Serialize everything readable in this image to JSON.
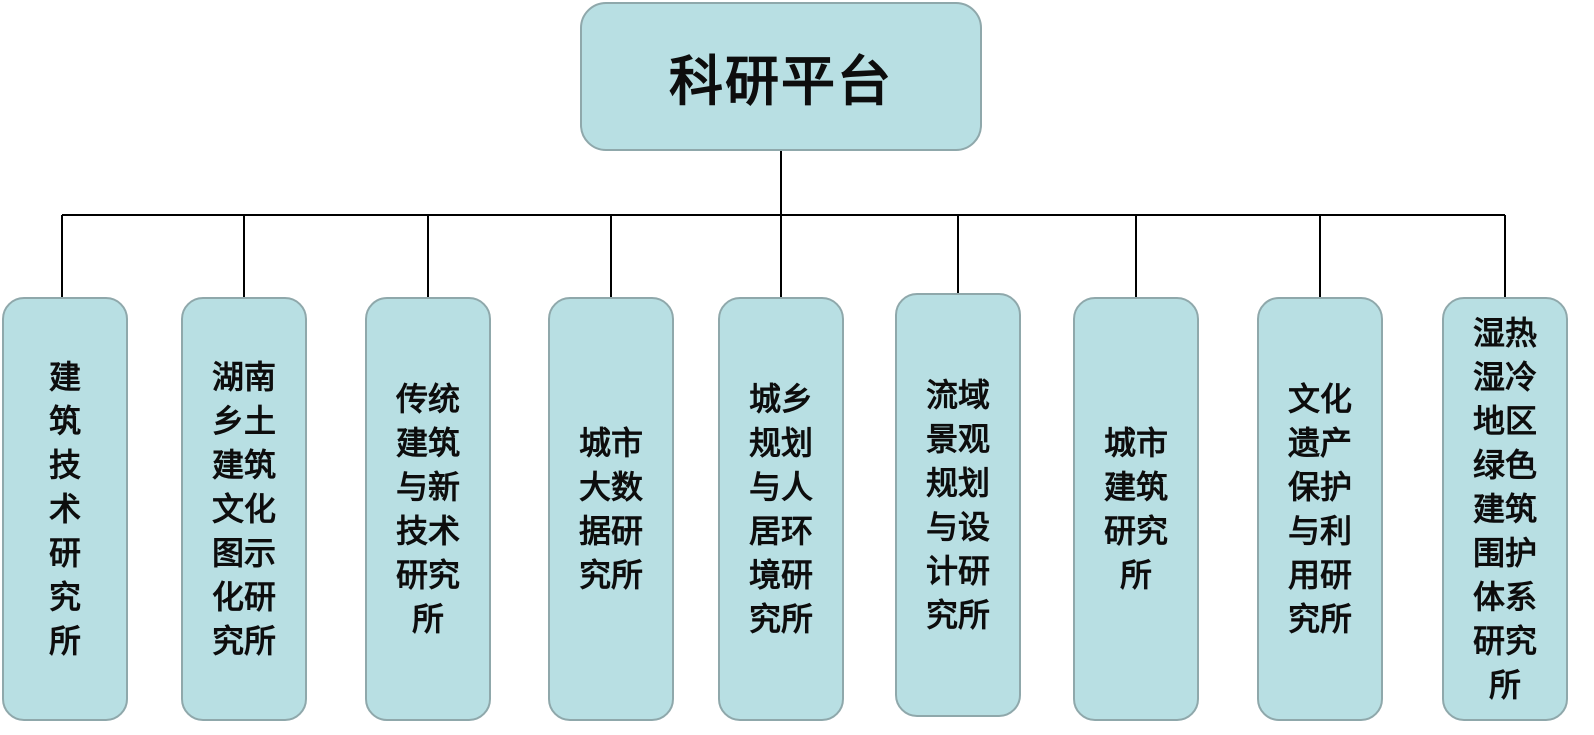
{
  "root": {
    "label": "科研平台"
  },
  "institutes": [
    {
      "label": "建\n筑\n技\n术\n研\n究\n所"
    },
    {
      "label": "湖南\n乡土\n建筑\n文化\n图示\n化研\n究所"
    },
    {
      "label": "传统\n建筑\n与新\n技术\n研究\n所"
    },
    {
      "label": "城市\n大数\n据研\n究所"
    },
    {
      "label": "城乡\n规划\n与人\n居环\n境研\n究所"
    },
    {
      "label": "流域\n景观\n规划\n与设\n计研\n究所"
    },
    {
      "label": "城市\n建筑\n研究\n所"
    },
    {
      "label": "文化\n遗产\n保护\n与利\n用研\n究所"
    },
    {
      "label": "湿热\n湿冷\n地区\n绿色\n建筑\n围护\n体系\n研究\n所"
    }
  ],
  "colors": {
    "box_fill": "#b8dfe3",
    "box_border": "#8fa8ab",
    "line": "#000000"
  }
}
